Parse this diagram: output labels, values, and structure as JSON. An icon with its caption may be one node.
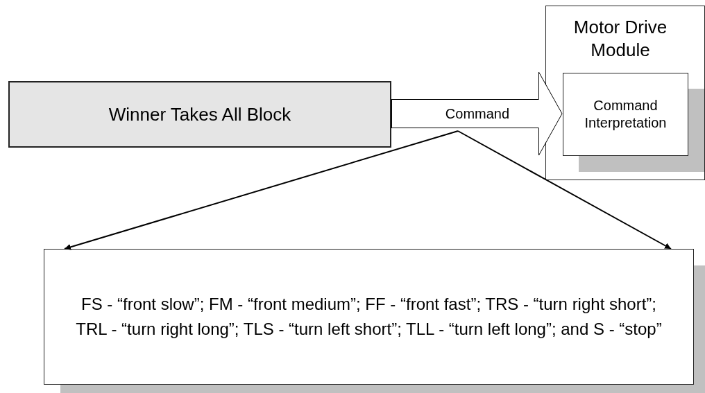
{
  "diagram": {
    "nodes": [
      {
        "text": [
          "Winner Takes All Block"
        ]
      },
      {
        "text": [
          "Command"
        ]
      },
      {
        "text": [
          "Motor Drive Module"
        ]
      },
      {
        "text": [
          "Command Interpretation"
        ],
        "in": 2
      },
      {
        "text": [
          "FS - “front slow”; FM - “front medium”; FF - “front fast”; TRS - “turn right short”; TRL - “turn right long”; TLS - “turn left short”; TLL - “turn left long”; and S - “stop”"
        ]
      }
    ],
    "edges": [
      {
        "from": 0,
        "to": 3,
        "arrow": "to",
        "style": "thick"
      },
      {
        "from": 1,
        "to": 4,
        "arrow": "to"
      },
      {
        "from": 1,
        "to": 4,
        "arrow": "to"
      }
    ]
  }
}
